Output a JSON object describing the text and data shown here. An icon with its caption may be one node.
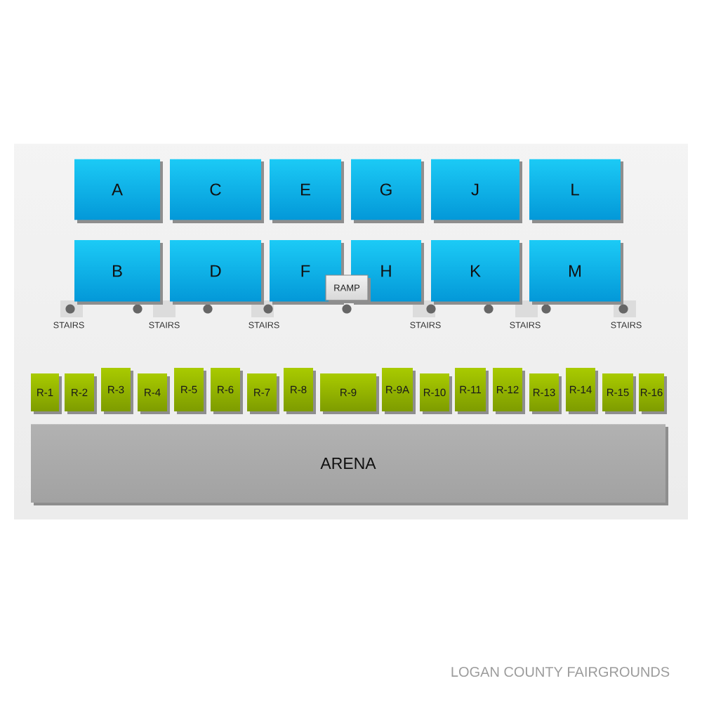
{
  "diagram": {
    "caption": "LOGAN COUNTY FAIRGROUNDS",
    "nodes": [
      {
        "text": [
          "A"
        ]
      },
      {
        "text": [
          "C"
        ]
      },
      {
        "text": [
          "E"
        ]
      },
      {
        "text": [
          "G"
        ]
      },
      {
        "text": [
          "J"
        ]
      },
      {
        "text": [
          "L"
        ]
      },
      {
        "text": [
          "B"
        ]
      },
      {
        "text": [
          "D"
        ]
      },
      {
        "text": [
          "F"
        ]
      },
      {
        "text": [
          "H"
        ]
      },
      {
        "text": [
          "K"
        ]
      },
      {
        "text": [
          "M"
        ]
      },
      {
        "text": [
          "RAMP"
        ]
      },
      {
        "text": [
          "R-1"
        ]
      },
      {
        "text": [
          "R-2"
        ]
      },
      {
        "text": [
          "R-3"
        ]
      },
      {
        "text": [
          "R-4"
        ]
      },
      {
        "text": [
          "R-5"
        ]
      },
      {
        "text": [
          "R-6"
        ]
      },
      {
        "text": [
          "R-7"
        ]
      },
      {
        "text": [
          "R-8"
        ]
      },
      {
        "text": [
          "R-9"
        ]
      },
      {
        "text": [
          "R-9A"
        ]
      },
      {
        "text": [
          "R-10"
        ]
      },
      {
        "text": [
          "R-11"
        ]
      },
      {
        "text": [
          "R-12"
        ]
      },
      {
        "text": [
          "R-13"
        ]
      },
      {
        "text": [
          "R-14"
        ]
      },
      {
        "text": [
          "R-15"
        ]
      },
      {
        "text": [
          "R-16"
        ]
      },
      {
        "text": [
          "ARENA"
        ]
      }
    ],
    "labels": [
      "STAIRS",
      "STAIRS",
      "STAIRS",
      "STAIRS",
      "STAIRS",
      "STAIRS"
    ]
  }
}
